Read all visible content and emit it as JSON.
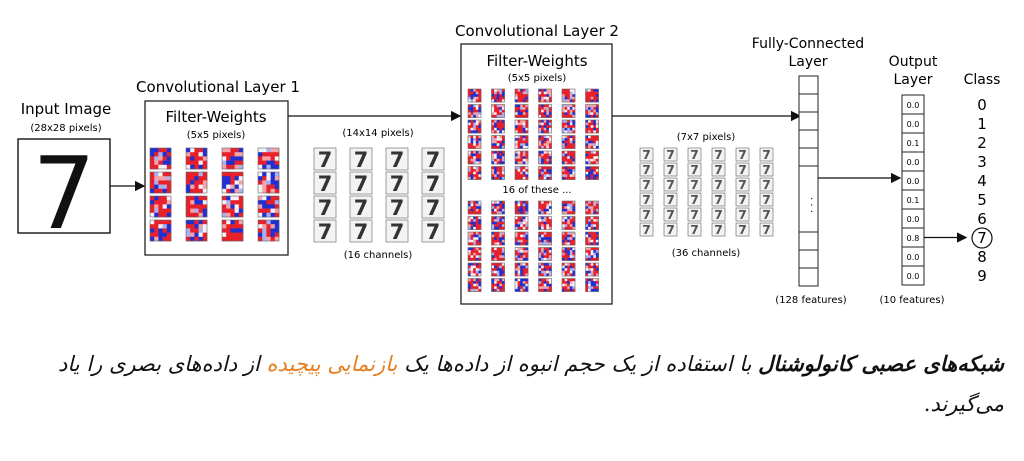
{
  "diagram": {
    "input": {
      "title": "Input Image",
      "size": "(28x28 pixels)",
      "digit": "7"
    },
    "conv1": {
      "title": "Convolutional Layer 1",
      "filter_title": "Filter-Weights",
      "filter_size": "(5x5 pixels)",
      "out_size": "(14x14 pixels)",
      "channels": "(16 channels)"
    },
    "conv2": {
      "title": "Convolutional Layer 2",
      "filter_title": "Filter-Weights",
      "filter_size": "(5x5 pixels)",
      "sets_note": "16 of these ...",
      "out_size": "(7x7 pixels)",
      "channels": "(36 channels)"
    },
    "fc": {
      "title_line1": "Fully-Connected",
      "title_line2": "Layer",
      "ellipsis": "·  ·  ·",
      "features": "(128 features)"
    },
    "output": {
      "title_line1": "Output",
      "title_line2": "Layer",
      "values": [
        "0.0",
        "0.0",
        "0.1",
        "0.0",
        "0.0",
        "0.1",
        "0.0",
        "0.8",
        "0.0",
        "0.0"
      ],
      "features": "(10 features)"
    },
    "classes": {
      "title": "Class",
      "labels": [
        "0",
        "1",
        "2",
        "3",
        "4",
        "5",
        "6",
        "7",
        "8",
        "9"
      ],
      "predicted_index": 7
    }
  },
  "caption": {
    "part1": "شبکه‌های عصبی کانولوشنال",
    "part2": " با استفاده از یک حجم انبوه از داده‌ها یک ",
    "part3": "بازنمایی پیچیده",
    "part4": " از داده‌های بصری را یاد می‌گیرند."
  },
  "colors": {
    "positive": "#e8202a",
    "negative": "#2030d0",
    "neutral": "#f2f2f8",
    "highlight": "#e67e22"
  }
}
